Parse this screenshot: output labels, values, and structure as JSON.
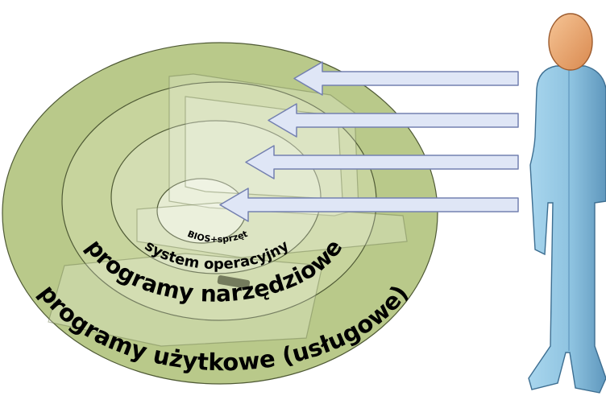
{
  "layers": [
    {
      "id": "hardware",
      "label": "BIOS+sprzęt"
    },
    {
      "id": "os",
      "label": "system operacyjny"
    },
    {
      "id": "tools",
      "label": "programy narzędziowe"
    },
    {
      "id": "apps",
      "label": "programy użytkowe (usługowe)"
    }
  ],
  "colors": {
    "ring_outer": "#b9c98a",
    "ring_mid": "#c7d49d",
    "ring_inner": "#d3ddb2",
    "core": "#e6ecd2",
    "ring_stroke": "#4f5a35",
    "arrow_fill": "#dfe6f6",
    "arrow_stroke": "#7480b0",
    "person_body": "#8ec3e0",
    "person_head": "#ecae7a"
  },
  "icons": {
    "user": "user-figure-icon",
    "arrow": "arrow-left-icon"
  }
}
